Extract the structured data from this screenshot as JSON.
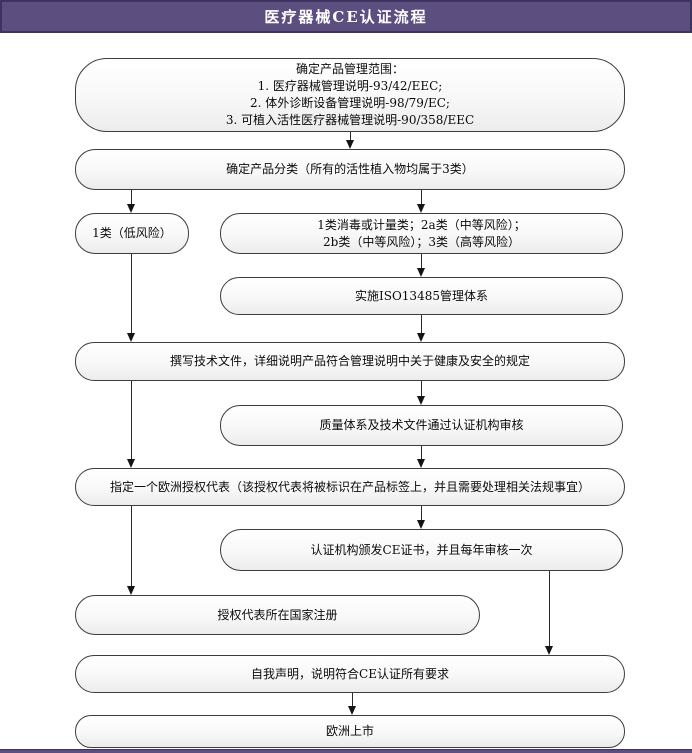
{
  "header": {
    "title": "医疗器械CE认证流程"
  },
  "colors": {
    "header_background": "#5c4f80",
    "header_border": "#3c3360",
    "box_border": "#3d3d3d",
    "box_fill_top": "#ffffff",
    "box_fill_bottom": "#ececec",
    "arrow": "#141414",
    "text": "#0a0a0a"
  },
  "flow": {
    "nodes": {
      "scope": "确定产品管理范围：\n1. 医疗器械管理说明-93/42/EEC;\n2. 体外诊断设备管理说明-98/79/EC;\n3. 可植入活性医疗器械管理说明-90/358/EEC",
      "classify": "确定产品分类（所有的活性植入物均属于3类）",
      "class1": "1类（低风险）",
      "class2other": "1类消毒或计量类；2a类（中等风险）；\n2b类（中等风险）；3类（高等风险）",
      "iso": "实施ISO13485管理体系",
      "techfile": "撰写技术文件，详细说明产品符合管理说明中关于健康及安全的规定",
      "audit": "质量体系及技术文件通过认证机构审核",
      "eurep": "指定一个欧洲授权代表（该授权代表将被标识在产品标签上，并且需要处理相关法规事宜）",
      "cecert": "认证机构颁发CE证书，并且每年审核一次",
      "register": "授权代表所在国家注册",
      "declare": "自我声明，说明符合CE认证所有要求",
      "market": "欧洲上市"
    },
    "edges": [
      {
        "from": "scope",
        "to": "classify"
      },
      {
        "from": "classify",
        "to": "class1"
      },
      {
        "from": "classify",
        "to": "class2other"
      },
      {
        "from": "class2other",
        "to": "iso"
      },
      {
        "from": "class1",
        "to": "techfile"
      },
      {
        "from": "iso",
        "to": "techfile"
      },
      {
        "from": "techfile",
        "to": "eurep"
      },
      {
        "from": "techfile",
        "to": "audit"
      },
      {
        "from": "audit",
        "to": "eurep"
      },
      {
        "from": "eurep",
        "to": "register"
      },
      {
        "from": "eurep",
        "to": "cecert"
      },
      {
        "from": "cecert",
        "to": "declare"
      },
      {
        "from": "declare",
        "to": "market"
      }
    ]
  }
}
